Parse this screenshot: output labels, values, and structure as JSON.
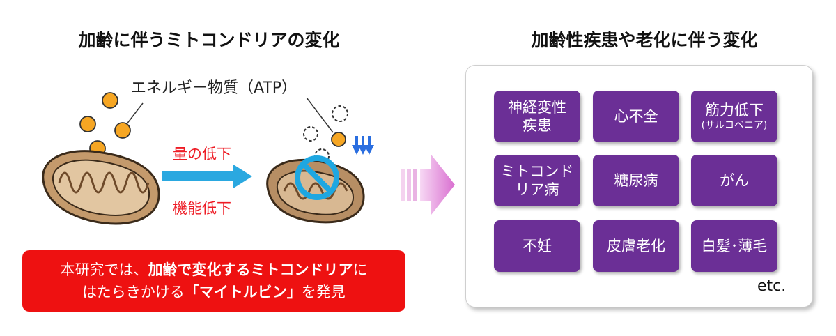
{
  "left_heading": "加齢に伴うミトコンドリアの変化",
  "right_heading": "加齢性疾患や老化に伴う変化",
  "atp_label": "エネルギー物質（ATP）",
  "label_amount": "量の低下",
  "label_function": "機能低下",
  "summary": {
    "line1_prefix": "本研究では、",
    "line1_bold": "加齢で変化するミトコンドリア",
    "line1_suffix": "に",
    "line2_prefix": "はたらきかける",
    "line2_bold": "「マイトルビン」",
    "line2_suffix": "を発見"
  },
  "diseases": [
    {
      "label": "神経変性疾患",
      "sub": ""
    },
    {
      "label": "心不全",
      "sub": ""
    },
    {
      "label": "筋力低下",
      "sub": "(サルコペニア)"
    },
    {
      "label": "ミトコンドリア病",
      "sub": ""
    },
    {
      "label": "糖尿病",
      "sub": ""
    },
    {
      "label": "がん",
      "sub": ""
    },
    {
      "label": "不妊",
      "sub": ""
    },
    {
      "label": "皮膚老化",
      "sub": ""
    },
    {
      "label": "白髪･薄毛",
      "sub": ""
    }
  ],
  "etc": "etc.",
  "colors": {
    "red": "#ee1c25",
    "summary_bg": "#ee1111",
    "disease_bg": "#6b2f96",
    "arrow_blue": "#2aa8e0",
    "atp_orange": "#f6a623",
    "mito_brown": "#c49a6c",
    "prohibit_blue": "#1ea7e1",
    "big_arrow_pink": "#d96fd0"
  }
}
